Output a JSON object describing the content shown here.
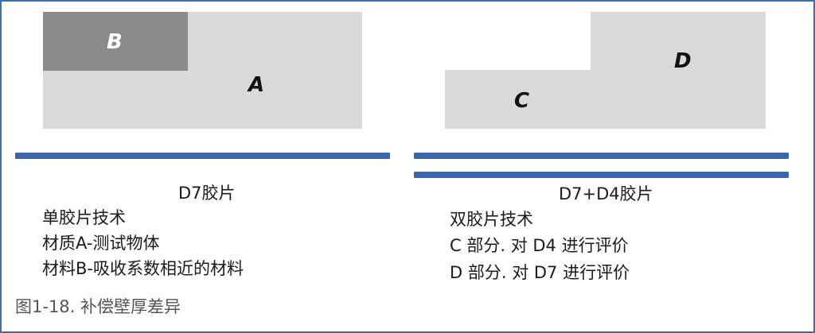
{
  "colors": {
    "border": "#3e6fb3",
    "film_bar": "#3a67ad",
    "material_light": "#d9d9d9",
    "material_dark": "#8a8a8a"
  },
  "left_panel": {
    "labels": {
      "a": "A",
      "b": "B"
    },
    "film_label": "D7胶片",
    "items": [
      "单胶片技术",
      "材质A-测试物体",
      "材料B-吸收系数相近的材料"
    ]
  },
  "right_panel": {
    "labels": {
      "c": "C",
      "d": "D"
    },
    "film_label": "D7+D4胶片",
    "items": [
      "双胶片技术",
      "C 部分. 对 D4 进行评价",
      "D 部分. 对 D7 进行评价"
    ]
  },
  "caption": "图1-18. 补偿壁厚差异"
}
